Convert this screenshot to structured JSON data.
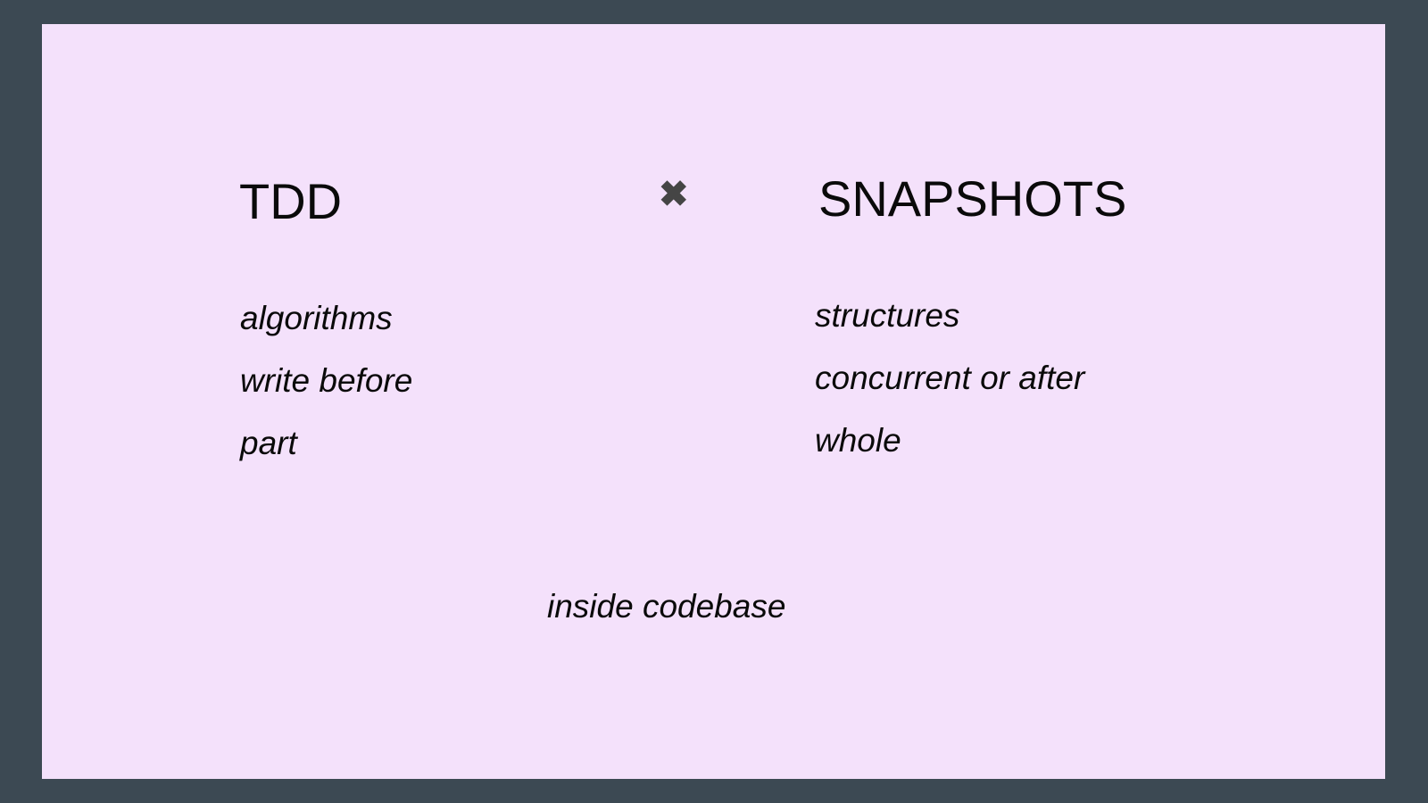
{
  "slide": {
    "background": "#f4e1fb",
    "frame_color": "#3c4953",
    "left_column": {
      "heading": "TDD",
      "items": [
        "algorithms",
        "write before",
        "part"
      ]
    },
    "separator": {
      "icon": "multiply-icon",
      "glyph": "✖",
      "color": "#454545"
    },
    "right_column": {
      "heading": "SNAPSHOTS",
      "items": [
        "structures",
        "concurrent or after",
        "whole"
      ]
    },
    "footer": "inside codebase"
  }
}
